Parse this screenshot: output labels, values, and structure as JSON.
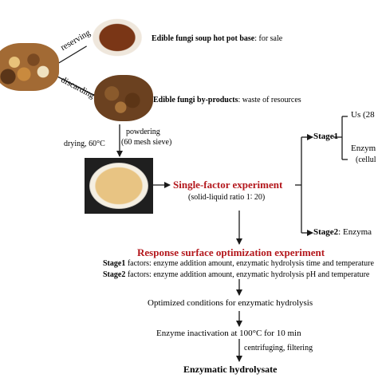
{
  "labels": {
    "reserving": "reserving",
    "discarding": "discarding",
    "hotpot_title": "Edible fungi soup hot pot base",
    "hotpot_suffix": ": for sale",
    "byproduct_title": "Edible fungi by-products",
    "byproduct_suffix": ":  waste of resources",
    "powdering": "powdering",
    "sieve": "(60 mesh sieve)",
    "drying": "drying, 60°C",
    "stage1": "Stage1",
    "us": "Us (28",
    "enzym": "Enzym",
    "cellul": "(cellul",
    "single_factor": "Single-factor experiment",
    "ratio": "(solid-liquid ratio  1∶ 20)",
    "stage2_label": "Stage2",
    "stage2_text": ": Enzyma",
    "rso_title": "Response surface optimization experiment",
    "stage1_factors_label": "Stage1",
    "stage1_factors": " factors: enzyme addition amount, enzymatic hydrolysis time and temperature",
    "stage2_factors_label": "Stage2",
    "stage2_factors": " factors: enzyme addition amount, enzymatic hydrolysis pH and temperature",
    "optimized": "Optimized conditions for enzymatic hydrolysis",
    "inactivation": "Enzyme inactivation at 100°C for 10 min",
    "centrifuging": "centrifuging, filtering",
    "hydrolysate": "Enzymatic hydrolysate"
  },
  "colors": {
    "accent": "#b3161b",
    "line": "#1a1a1a"
  }
}
